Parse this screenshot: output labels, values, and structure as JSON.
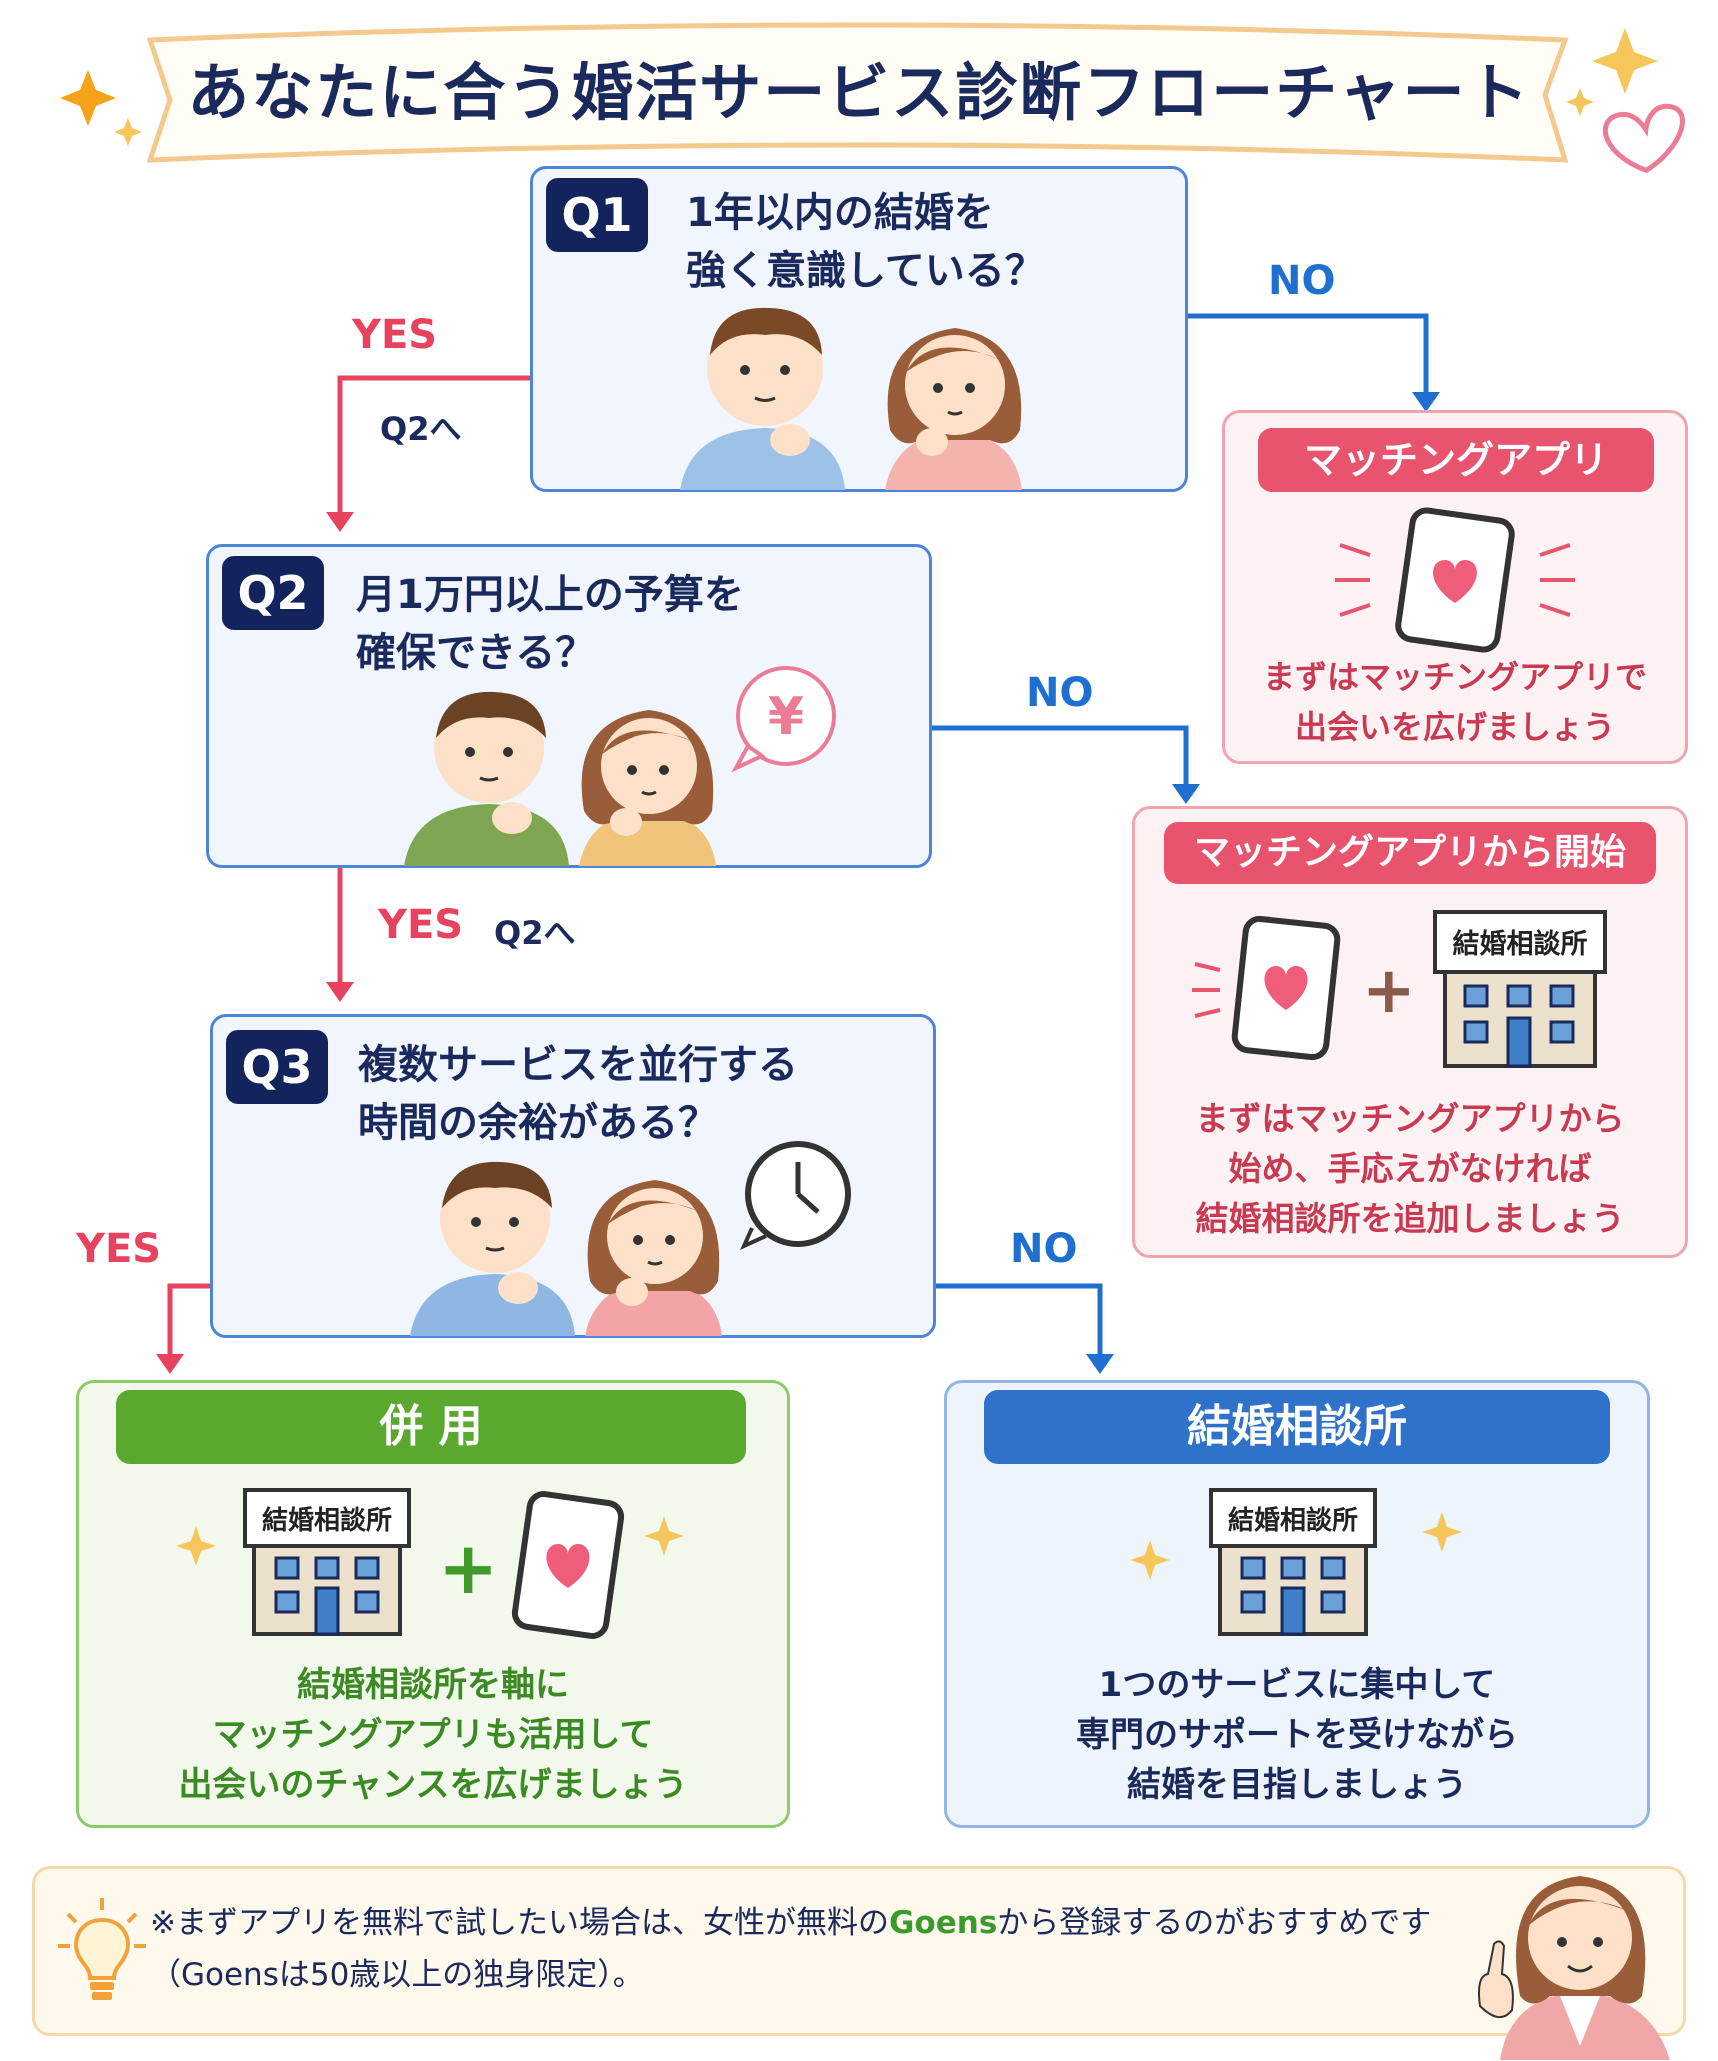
{
  "title": "あなたに合う婚活サービス診断フローチャート",
  "colors": {
    "navy": "#13245c",
    "yes": "#e7435f",
    "no": "#1f6fd0",
    "pink": "#e8546d",
    "green": "#5aa82e",
    "blue": "#2f72c9"
  },
  "q1": {
    "badge": "Q1",
    "text": "1年以内の結婚を\n強く意識している？",
    "yes_label": "YES",
    "yes_sub": "Q2へ",
    "no_label": "NO"
  },
  "q2": {
    "badge": "Q2",
    "text": "月1万円以上の予算を\n確保できる？",
    "yes_label": "YES",
    "yes_sub": "Q2へ",
    "no_label": "NO",
    "yen": "¥"
  },
  "q3": {
    "badge": "Q3",
    "text": "複数サービスを並行する\n時間の余裕がある？",
    "yes_label": "YES",
    "no_label": "NO"
  },
  "results": {
    "matching_app": {
      "title": "マッチングアプリ",
      "text": "まずはマッチングアプリで\n出会いを広げましょう"
    },
    "start_matching": {
      "title": "マッチングアプリから開始",
      "building_label": "結婚相談所",
      "text": "まずはマッチングアプリから\n始め、手応えがなければ\n結婚相談所を追加しましょう"
    },
    "combined": {
      "title": "併 用",
      "building_label": "結婚相談所",
      "text": "結婚相談所を軸に\nマッチングアプリも活用して\n出会いのチャンスを広げましょう"
    },
    "agency": {
      "title": "結婚相談所",
      "building_label": "結婚相談所",
      "text": "1つのサービスに集中して\n専門のサポートを受けながら\n結婚を目指しましょう"
    }
  },
  "note": {
    "line1_prefix": "※まずアプリを無料で試したい場合は、女性が無料の",
    "brand": "Goens",
    "line1_suffix": "から登録するのがおすすめです",
    "line2": "（Goensは50歳以上の独身限定）。"
  }
}
